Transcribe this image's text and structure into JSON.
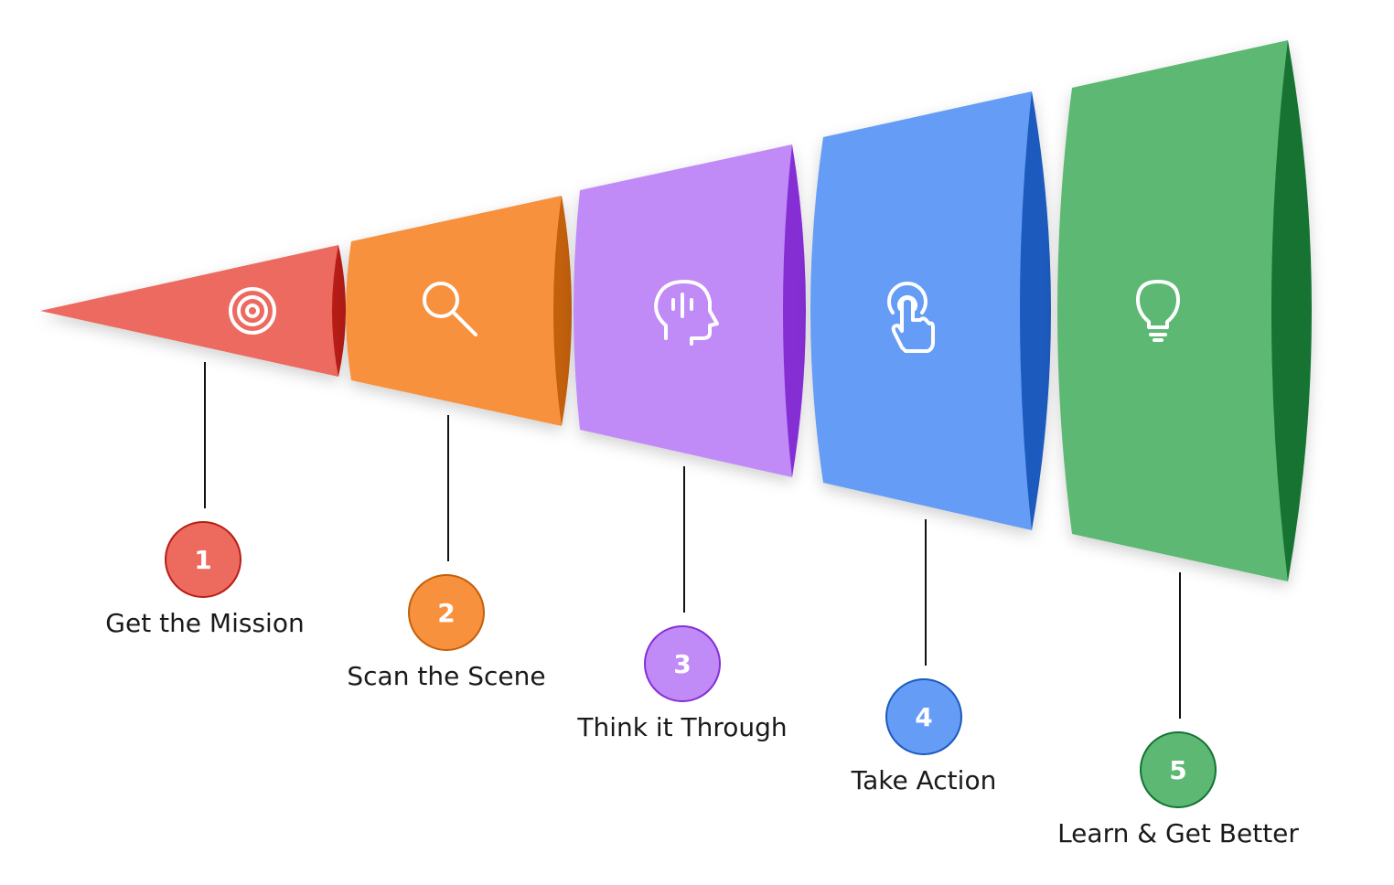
{
  "steps": [
    {
      "number": "1",
      "label": "Get the Mission",
      "icon": "target-icon",
      "colors": {
        "face": "#ec6a5e",
        "end": "#b81e17",
        "circle_fill": "#ec6a5e",
        "circle_stroke": "#b81e17"
      }
    },
    {
      "number": "2",
      "label": "Scan the Scene",
      "icon": "magnifier-icon",
      "colors": {
        "face": "#f7913e",
        "end": "#c2610a",
        "circle_fill": "#f7913e",
        "circle_stroke": "#c2610a"
      }
    },
    {
      "number": "3",
      "label": "Think it Through",
      "icon": "head-brain-icon",
      "colors": {
        "face": "#c08af7",
        "end": "#852fd4",
        "circle_fill": "#c08af7",
        "circle_stroke": "#852fd4"
      }
    },
    {
      "number": "4",
      "label": "Take Action",
      "icon": "hand-tap-icon",
      "colors": {
        "face": "#659cf5",
        "end": "#1b5abd",
        "circle_fill": "#659cf5",
        "circle_stroke": "#1b5abd"
      }
    },
    {
      "number": "5",
      "label": "Learn & Get Better",
      "icon": "lightbulb-icon",
      "colors": {
        "face": "#5cb872",
        "end": "#147332",
        "circle_fill": "#5cb872",
        "circle_stroke": "#147332"
      }
    }
  ]
}
